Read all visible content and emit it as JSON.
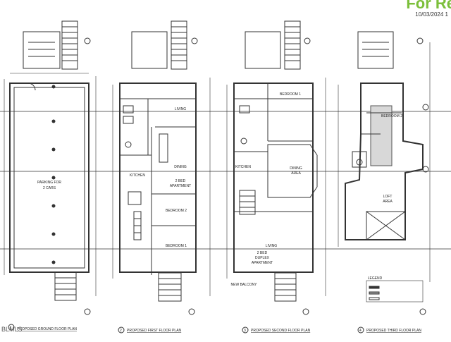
{
  "banner": {
    "title": "For Re",
    "date": "10/03/2024 1",
    "accent_color": "#7bbf3a"
  },
  "watermark": "BLMLS",
  "plans": [
    {
      "number": "1",
      "caption": "PROPOSED GROUND FLOOR PLAN"
    },
    {
      "number": "2",
      "caption": "PROPOSED FIRST FLOOR PLAN"
    },
    {
      "number": "3",
      "caption": "PROPOSED SECOND FLOOR PLAN"
    },
    {
      "number": "4",
      "caption": "PROPOSED THIRD FLOOR PLAN"
    }
  ],
  "labels": {
    "parking": "PARKING FOR",
    "parking2": "2 CARS",
    "living1": "LIVING",
    "dining1": "DINING",
    "kitchen1": "KITCHEN",
    "apt1": "2 BED",
    "apt1b": "APARTMENT",
    "bed2": "BEDROOM 2",
    "bed1": "BEDROOM 1",
    "bed1_s": "BEDROOM 1",
    "kitchen2": "KITCHEN",
    "dining2": "DINING",
    "dining2b": "AREA",
    "living2": "LIVING",
    "apt2": "2 BED",
    "apt2b": "DUPLEX",
    "apt2c": "APARTMENT",
    "balcony": "NEW BALCONY",
    "bed2_t": "BEDROOM 2",
    "loft": "LOFT",
    "loftb": "AREA",
    "legend": "LEGEND"
  }
}
